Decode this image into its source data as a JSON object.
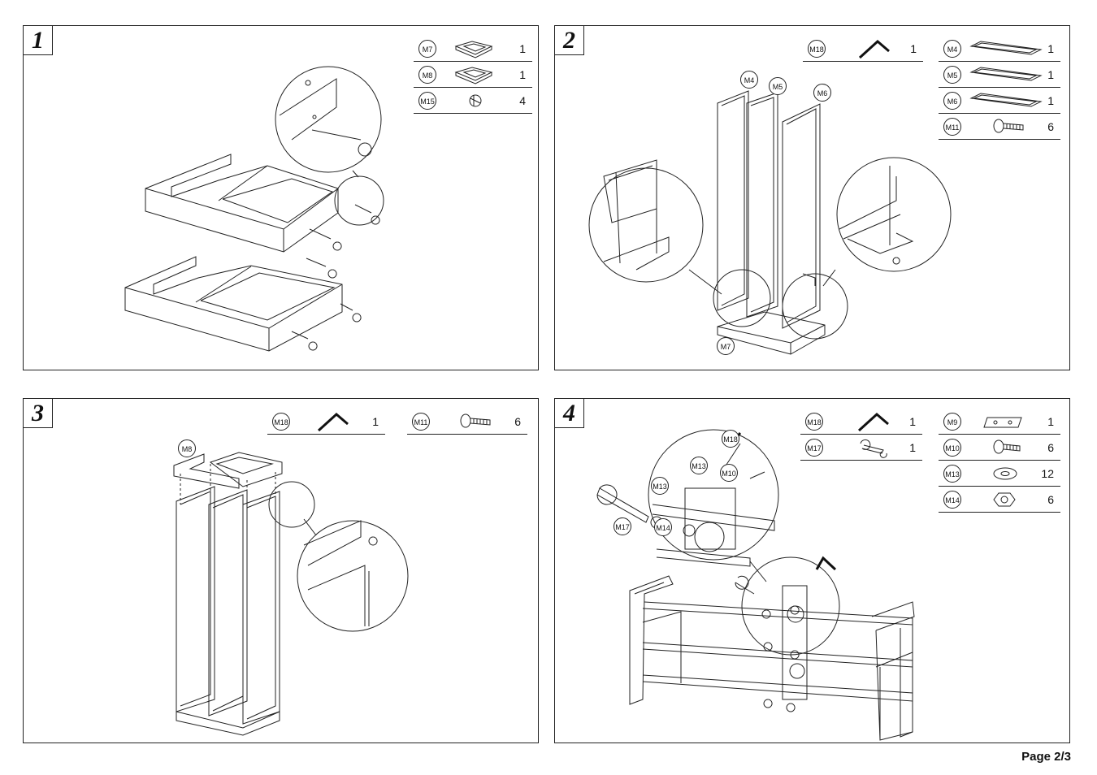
{
  "page_label": "Page 2/3",
  "steps": [
    {
      "number": "1",
      "parts": [
        {
          "code": "M7",
          "qty": "1",
          "icon": "end-frame-icon"
        },
        {
          "code": "M8",
          "qty": "1",
          "icon": "end-frame-icon"
        },
        {
          "code": "M15",
          "qty": "4",
          "icon": "cam-lock-icon"
        }
      ]
    },
    {
      "number": "2",
      "tools": [
        {
          "code": "M18",
          "qty": "1",
          "icon": "allen-key-icon"
        }
      ],
      "parts": [
        {
          "code": "M4",
          "qty": "1",
          "icon": "panel-frame-icon"
        },
        {
          "code": "M5",
          "qty": "1",
          "icon": "panel-frame-icon"
        },
        {
          "code": "M6",
          "qty": "1",
          "icon": "panel-frame-icon"
        },
        {
          "code": "M11",
          "qty": "6",
          "icon": "bolt-icon"
        }
      ],
      "callouts": [
        "M4",
        "M5",
        "M6",
        "M7"
      ]
    },
    {
      "number": "3",
      "tools": [
        {
          "code": "M18",
          "qty": "1",
          "icon": "allen-key-icon"
        }
      ],
      "parts": [
        {
          "code": "M11",
          "qty": "6",
          "icon": "bolt-icon"
        }
      ],
      "callouts": [
        "M8"
      ]
    },
    {
      "number": "4",
      "tools": [
        {
          "code": "M18",
          "qty": "1",
          "icon": "allen-key-icon"
        },
        {
          "code": "M17",
          "qty": "1",
          "icon": "wrench-icon"
        }
      ],
      "parts": [
        {
          "code": "M9",
          "qty": "1",
          "icon": "connector-plate-icon"
        },
        {
          "code": "M10",
          "qty": "6",
          "icon": "bolt-icon"
        },
        {
          "code": "M13",
          "qty": "12",
          "icon": "washer-icon"
        },
        {
          "code": "M14",
          "qty": "6",
          "icon": "nut-icon"
        }
      ],
      "callouts": [
        "M18",
        "M13",
        "M10",
        "M13",
        "M17",
        "M14"
      ]
    }
  ]
}
